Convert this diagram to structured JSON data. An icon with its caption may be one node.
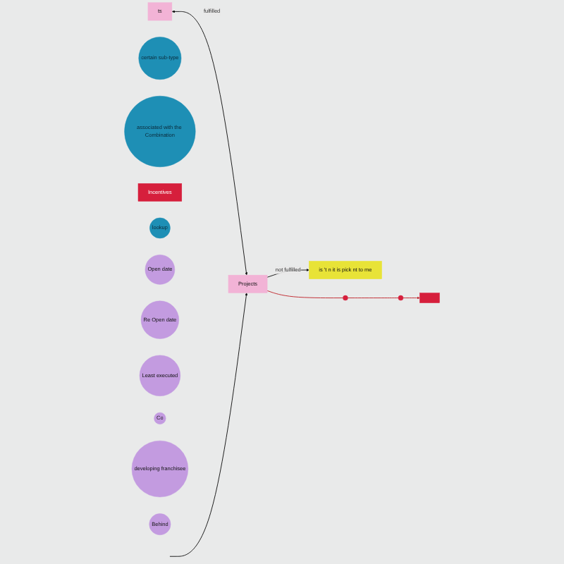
{
  "diagram": {
    "nodes": [
      {
        "text": [
          "is 't n it is pick nt to me"
        ]
      },
      {
        "text": [
          "ts"
        ]
      },
      {
        "text": [
          "Projects"
        ]
      },
      {
        "text": [
          "certain sub-type"
        ]
      },
      {
        "text": [
          "associated with the Combination"
        ]
      },
      {
        "text": [
          "Incentives"
        ]
      },
      {
        "text": [
          "lookup"
        ]
      },
      {
        "text": [
          "Open date"
        ]
      },
      {
        "text": [
          "Re Open date"
        ]
      },
      {
        "text": [
          "Least executed"
        ]
      },
      {
        "text": [
          "Co"
        ]
      },
      {
        "text": [
          "developing franchisee"
        ]
      },
      {
        "text": [],
        "shape": "box"
      },
      {
        "text": [],
        "shape": "circle"
      },
      {
        "text": [],
        "shape": "circle"
      },
      {
        "text": [
          "Behind"
        ]
      }
    ],
    "edges": [
      {
        "from": 2,
        "to": 0,
        "arrow": "to",
        "label": "not fulfilled"
      },
      {
        "from": 1,
        "to": 2,
        "arrow": "both",
        "label": "fulfilled"
      },
      {
        "from": null,
        "to": 2,
        "arrow": "to"
      },
      {
        "from": 2,
        "to": 13,
        "arrow": "none",
        "color": "#c0272d"
      },
      {
        "from": 13,
        "to": 14,
        "arrow": "none",
        "color": "#c0272d"
      },
      {
        "from": 14,
        "to": 12,
        "arrow": "to",
        "color": "#c0272d"
      }
    ]
  }
}
